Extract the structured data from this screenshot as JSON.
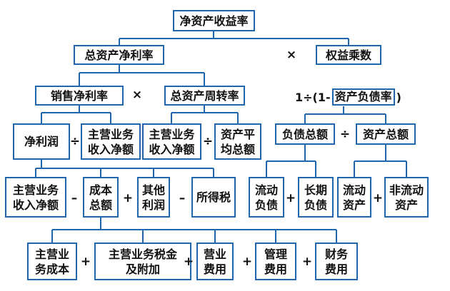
{
  "nodes": {
    "roe": "净资产收益率",
    "roa": "总资产净利率",
    "equity_multiplier": "权益乘数",
    "net_margin": "销售净利率",
    "asset_turnover": "总资产周转率",
    "net_profit": "净利润",
    "revenue_a": "主营业务\n收入净额",
    "revenue_b": "主营业务\n收入净额",
    "avg_assets": "资产平\n均总额",
    "total_liabilities": "负债总额",
    "total_assets": "资产总额",
    "revenue_c": "主营业务\n收入净额",
    "total_cost": "成本\n总额",
    "other_profit": "其他\n利润",
    "income_tax": "所得税",
    "current_liabilities": "流动\n负债",
    "long_term_liabilities": "长期\n负债",
    "current_assets": "流动\n资产",
    "non_current_assets": "非流动\n资产",
    "main_cost": "主营业\n务成本",
    "main_tax": "主营业务税金\n及附加",
    "operating_expense": "营业\n费用",
    "admin_expense": "管理\n费用",
    "finance_expense": "财务\n费用"
  },
  "formula": {
    "prefix": "1÷(1-",
    "boxed": "资产负债率",
    "suffix": ")"
  },
  "operators": {
    "times": "×",
    "divide": "÷",
    "plus": "+",
    "minus": "–"
  },
  "colors": {
    "border": "#1f66ad",
    "text": "#111111"
  }
}
